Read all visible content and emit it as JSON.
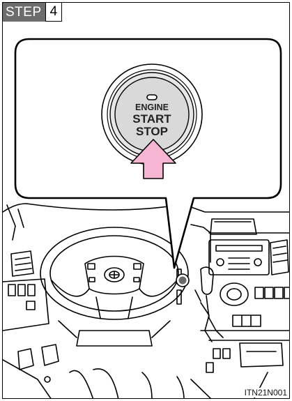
{
  "step": {
    "label": "STEP",
    "number": "4"
  },
  "button": {
    "line1": "ENGINE",
    "line2": "START",
    "line3": "STOP"
  },
  "figure_code": "ITN21N001",
  "colors": {
    "arrow": "#f6b6d3",
    "step_bg": "#6d6d6d",
    "button_face": "#d9d9d9"
  }
}
